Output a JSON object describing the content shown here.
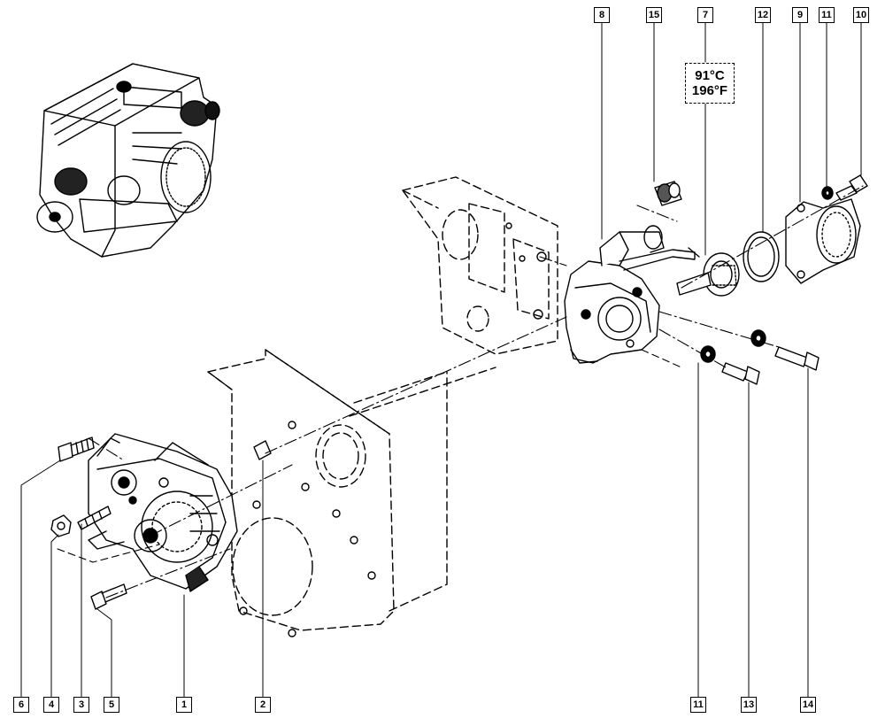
{
  "callouts": {
    "top": [
      {
        "key": "8",
        "label": "8"
      },
      {
        "key": "15",
        "label": "15"
      },
      {
        "key": "7",
        "label": "7"
      },
      {
        "key": "12",
        "label": "12"
      },
      {
        "key": "9",
        "label": "9"
      },
      {
        "key": "11t",
        "label": "11"
      },
      {
        "key": "10",
        "label": "10"
      }
    ],
    "bottom": [
      {
        "key": "6",
        "label": "6"
      },
      {
        "key": "4",
        "label": "4"
      },
      {
        "key": "3",
        "label": "3"
      },
      {
        "key": "5",
        "label": "5"
      },
      {
        "key": "1",
        "label": "1"
      },
      {
        "key": "2",
        "label": "2"
      },
      {
        "key": "11b",
        "label": "11"
      },
      {
        "key": "13",
        "label": "13"
      },
      {
        "key": "14",
        "label": "14"
      }
    ]
  },
  "thermostat_label": {
    "celsius": "91°C",
    "fahrenheit": "196°F"
  }
}
